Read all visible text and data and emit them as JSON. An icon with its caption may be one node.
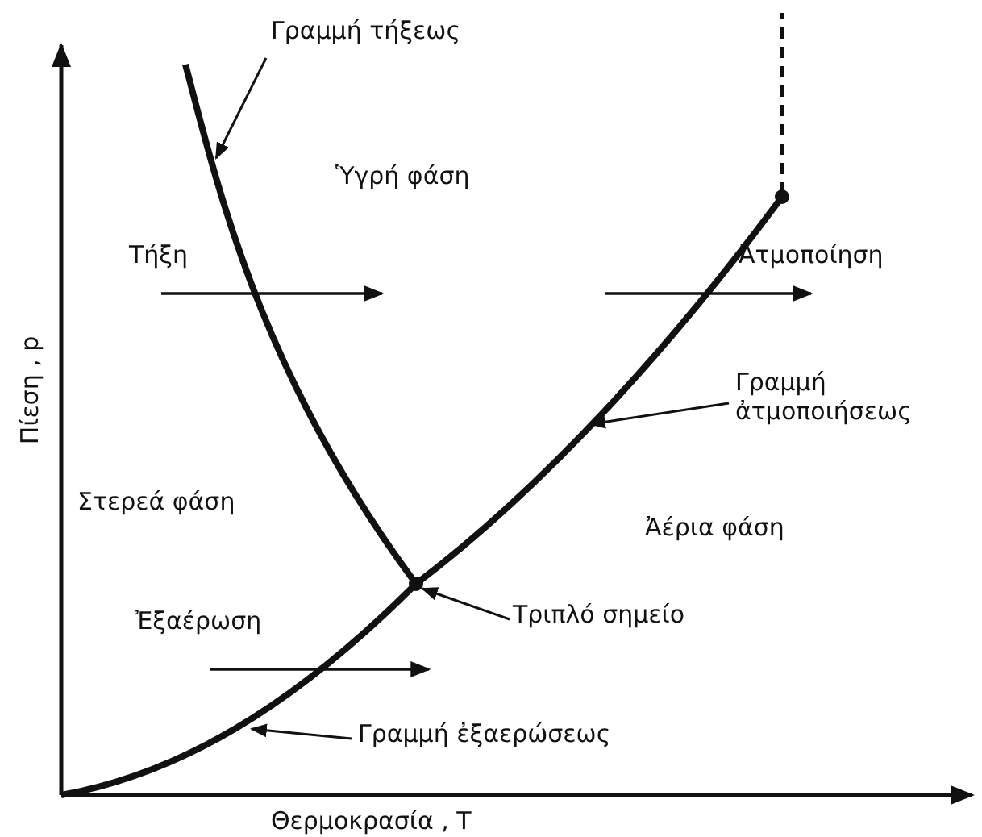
{
  "diagram": {
    "nodes": [
      {
        "text": [
          "Γραμμή τήξεως"
        ]
      },
      {
        "text": [],
        "shape": "line"
      },
      {
        "text": [
          "Γραμμή ἀτμοποιήσεως"
        ]
      },
      {
        "text": [],
        "shape": "line"
      },
      {
        "text": [
          "Τριπλό σημείο"
        ]
      },
      {
        "text": [],
        "shape": "circle"
      },
      {
        "text": [
          "Γραμμή ἐξαερώσεως"
        ]
      },
      {
        "text": [],
        "shape": "line"
      }
    ],
    "edges": [
      {
        "from": 0,
        "to": 1,
        "arrow": "to"
      },
      {
        "from": 2,
        "to": 3,
        "arrow": "to"
      },
      {
        "from": 4,
        "to": 5,
        "arrow": "to"
      },
      {
        "from": 6,
        "to": 7,
        "arrow": "to"
      }
    ],
    "labels": [
      "Ὑγρή φάση",
      "Τήξη",
      "Ἀτμοποίηση",
      "Πίεση , p",
      "Στερεά φάση",
      "Ἀέρια φάση",
      "Ἐξαέρωση",
      "Θερμοκρασία , T"
    ]
  }
}
